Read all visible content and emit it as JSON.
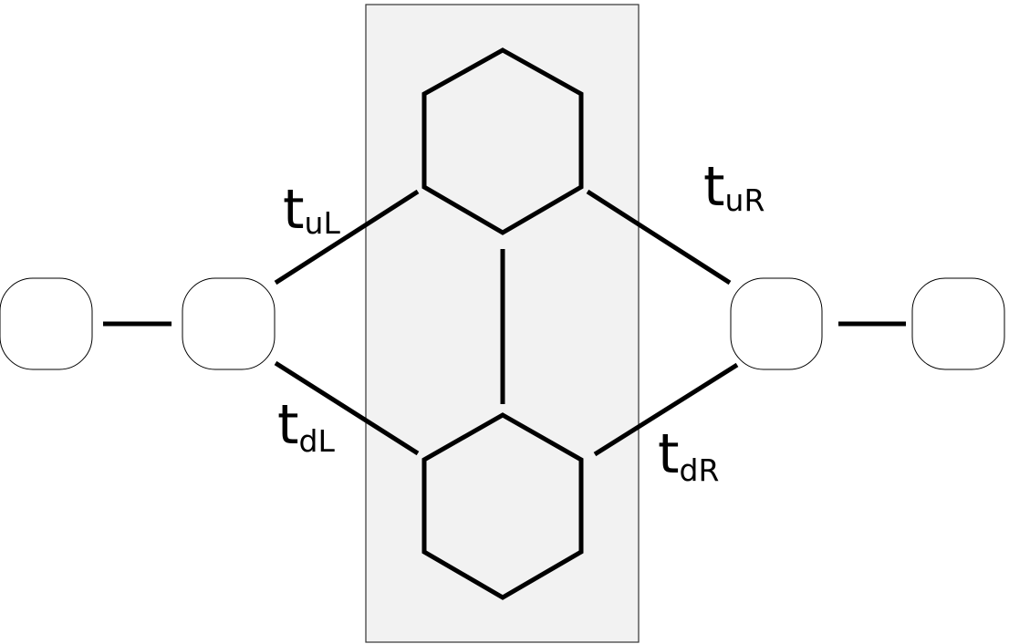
{
  "diagram": {
    "colors": {
      "stroke": "#000000",
      "region_fill": "#f2f2f2",
      "region_stroke": "#333333",
      "node_fill": "#ffffff",
      "background": "#ffffff"
    },
    "labels": {
      "t_uL": {
        "main": "t",
        "sub": "uL"
      },
      "t_uR": {
        "main": "t",
        "sub": "uR"
      },
      "t_dL": {
        "main": "t",
        "sub": "dL"
      },
      "t_dR": {
        "main": "t",
        "sub": "dR"
      }
    }
  }
}
